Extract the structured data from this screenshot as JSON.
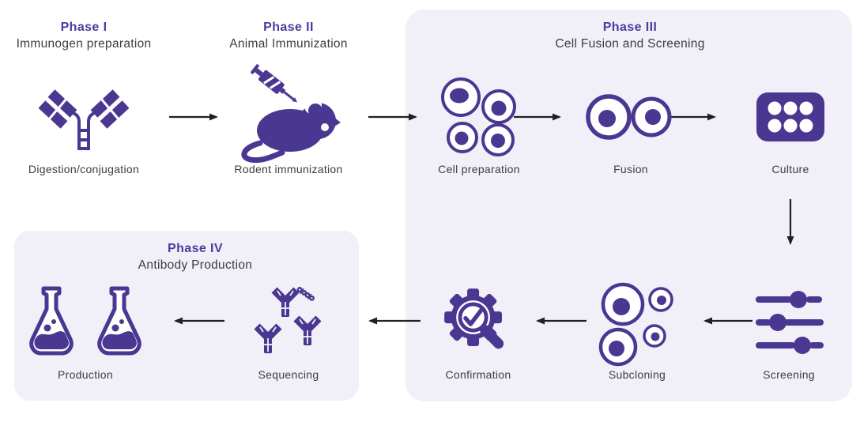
{
  "palette": {
    "purple": "#4a3792",
    "title_purple": "#4d3a9e",
    "text": "#3d3d3d",
    "panel_bg": "#f1f0f8",
    "arrow": "#202020"
  },
  "phases": [
    {
      "title": "Phase I",
      "subtitle": "Immunogen preparation",
      "steps": [
        {
          "icon": "antibody-icon",
          "label": "Digestion/conjugation"
        }
      ]
    },
    {
      "title": "Phase II",
      "subtitle": "Animal Immunization",
      "steps": [
        {
          "icon": "mouse-syringe-icon",
          "label": "Rodent immunization"
        }
      ]
    },
    {
      "title": "Phase III",
      "subtitle": "Cell Fusion and Screening",
      "steps": [
        {
          "icon": "cells-icon",
          "label": "Cell preparation"
        },
        {
          "icon": "fused-cells-icon",
          "label": "Fusion"
        },
        {
          "icon": "culture-plate-icon",
          "label": "Culture"
        },
        {
          "icon": "sliders-icon",
          "label": "Screening"
        },
        {
          "icon": "cell-colonies-icon",
          "label": "Subcloning"
        },
        {
          "icon": "gear-magnifier-check-icon",
          "label": "Confirmation"
        }
      ]
    },
    {
      "title": "Phase IV",
      "subtitle": "Antibody Production",
      "steps": [
        {
          "icon": "antibodies-dna-icon",
          "label": "Sequencing"
        },
        {
          "icon": "flasks-icon",
          "label": "Production"
        }
      ]
    }
  ]
}
